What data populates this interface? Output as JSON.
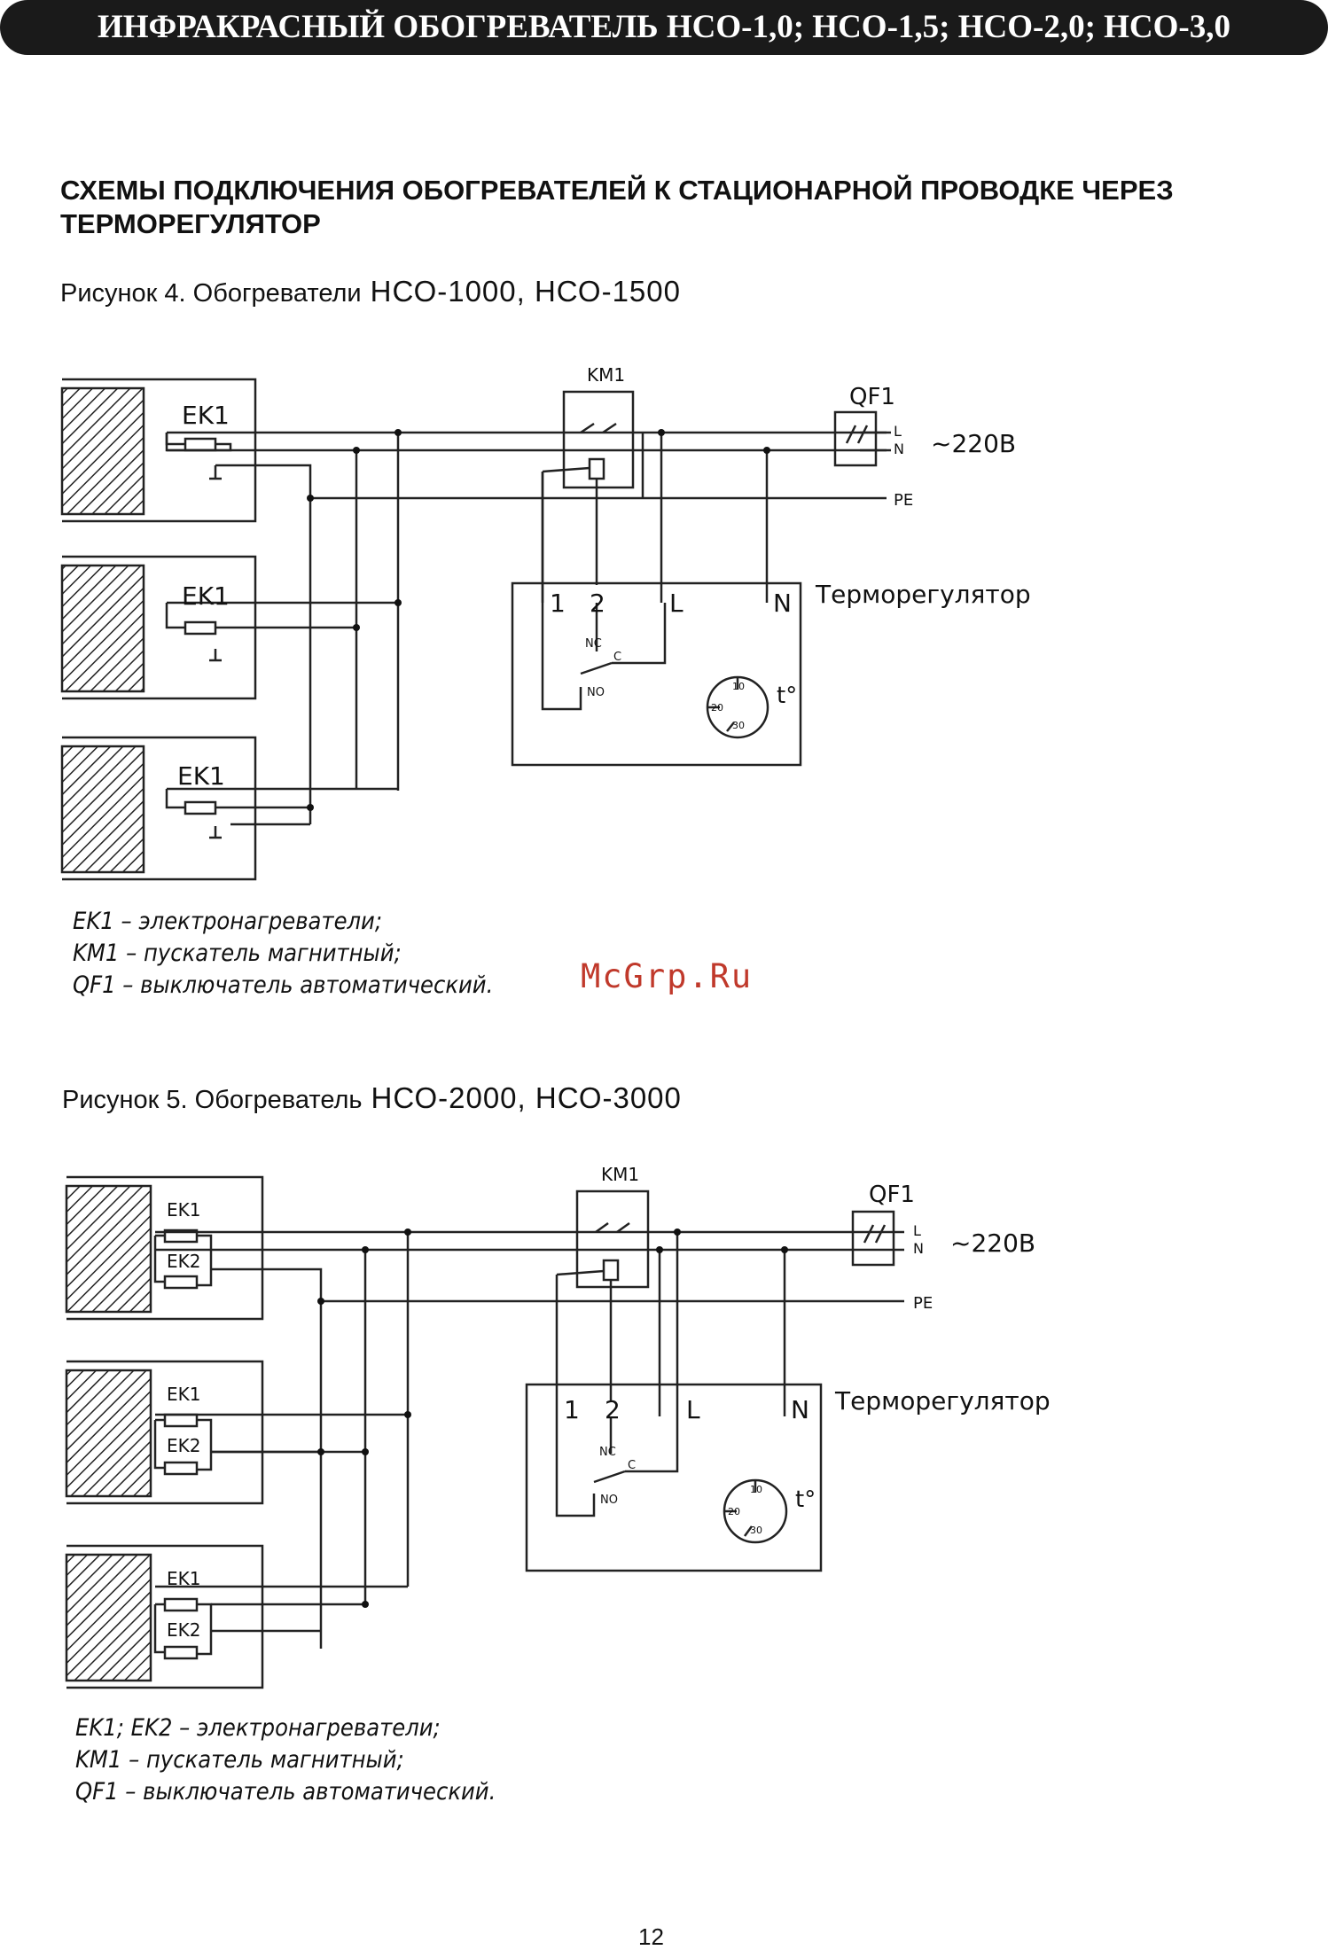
{
  "header": {
    "title": "ИНФРАКРАСНЫЙ ОБОГРЕВАТЕЛЬ НСО-1,0; НСО-1,5; НСО-2,0; НСО-3,0"
  },
  "section": {
    "heading": "СХЕМЫ ПОДКЛЮЧЕНИЯ ОБОГРЕВАТЕЛЕЙ К СТАЦИОНАРНОЙ ПРОВОДКЕ ЧЕРЕЗ ТЕРМОРЕГУЛЯТОР"
  },
  "figure4": {
    "caption_label": "Рисунок 4. Обогреватели",
    "caption_models": "НСО-1000, НСО-1500",
    "heater_label": "EK1",
    "km_label": "KM1",
    "qf_label": "QF1",
    "line_L": "L",
    "line_N": "N",
    "line_PE": "PE",
    "voltage": "~220В",
    "thermostat_title": "Терморегулятор",
    "terminal_1": "1",
    "terminal_2": "2",
    "terminal_L": "L",
    "terminal_N": "N",
    "contact_nc": "NC",
    "contact_c": "C",
    "contact_no": "NO",
    "dial_10": "10",
    "dial_20": "20",
    "dial_30": "30",
    "temp_symbol": "t°",
    "legend": [
      "EK1 – электронагреватели;",
      "KM1 – пускатель магнитный;",
      "QF1 – выключатель автоматический."
    ]
  },
  "figure5": {
    "caption_label": "Рисунок 5. Обогреватель",
    "caption_models": "НСО-2000, НСО-3000",
    "heater_label_1": "EK1",
    "heater_label_2": "EK2",
    "km_label": "KM1",
    "qf_label": "QF1",
    "line_L": "L",
    "line_N": "N",
    "line_PE": "PE",
    "voltage": "~220В",
    "thermostat_title": "Терморегулятор",
    "terminal_1": "1",
    "terminal_2": "2",
    "terminal_L": "L",
    "terminal_N": "N",
    "contact_nc": "NC",
    "contact_c": "C",
    "contact_no": "NO",
    "dial_10": "10",
    "dial_20": "20",
    "dial_30": "30",
    "temp_symbol": "t°",
    "legend": [
      "EK1; EK2 – электронагреватели;",
      "KM1 – пускатель магнитный;",
      "QF1 – выключатель автоматический."
    ]
  },
  "watermark": "McGrp.Ru",
  "page_number": "12"
}
